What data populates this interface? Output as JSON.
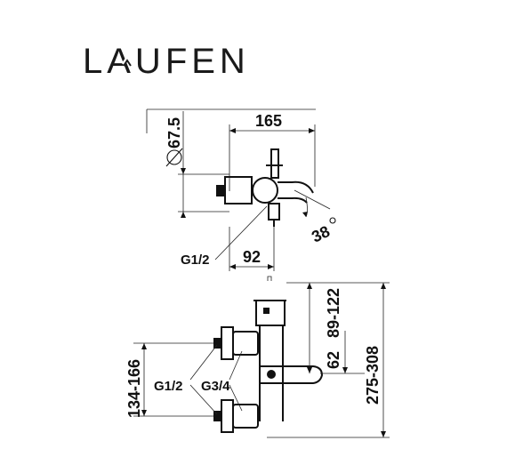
{
  "brand": {
    "name": "LAUFEN",
    "color": "#1a1a1a"
  },
  "top_view": {
    "dim_diameter": "67.5",
    "dim_width": "165",
    "dim_angle": "38",
    "dim_offset": "92",
    "label_connection": "G1/2"
  },
  "front_view": {
    "dim_spout_range": "89-122",
    "dim_spout_height": "62",
    "dim_total_height": "275-308",
    "dim_inlet_distance": "134-166",
    "label_connection_1": "G1/2",
    "label_connection_2": "G3/4"
  }
}
